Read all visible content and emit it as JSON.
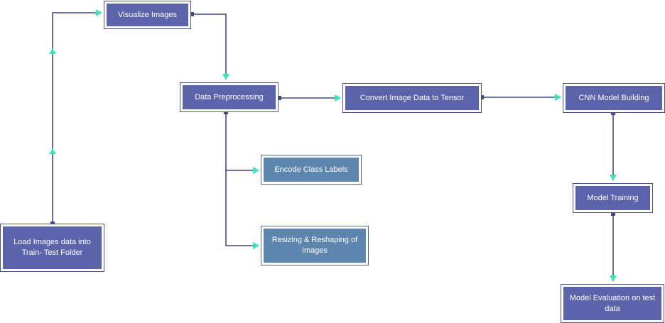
{
  "diagram": {
    "nodes": {
      "load_images": "Load Images data into Train- Test Folder",
      "visualize_images": "Visualize Images",
      "data_preprocessing": "Data Preprocessing",
      "convert_tensor": "Convert Image Data to Tensor",
      "cnn_model_building": "CNN Model Building",
      "encode_labels": "Encode Class Labels",
      "resize_reshape": "Resizing & Reshaping of Images",
      "model_training": "Model Training",
      "model_evaluation": "Model Evaluation on test data"
    },
    "edges": [
      [
        "load_images",
        "visualize_images"
      ],
      [
        "visualize_images",
        "data_preprocessing"
      ],
      [
        "data_preprocessing",
        "convert_tensor"
      ],
      [
        "convert_tensor",
        "cnn_model_building"
      ],
      [
        "data_preprocessing",
        "encode_labels"
      ],
      [
        "data_preprocessing",
        "resize_reshape"
      ],
      [
        "cnn_model_building",
        "model_training"
      ],
      [
        "model_training",
        "model_evaluation"
      ]
    ],
    "colors": {
      "primary_node": "#5b64ab",
      "secondary_node": "#5c86ad",
      "connector": "#414a85",
      "arrowhead": "#3de3b8"
    }
  }
}
